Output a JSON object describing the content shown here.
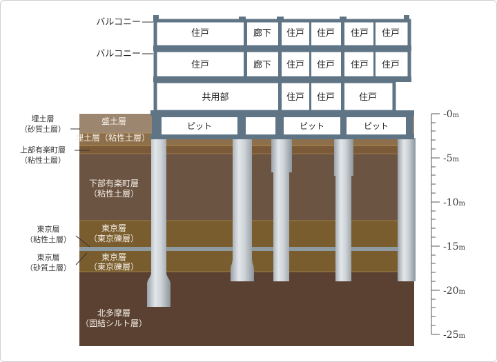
{
  "building": {
    "balcony_labels": [
      "バルコニー",
      "バルコニー"
    ],
    "floor1": [
      "住戸",
      "廊下",
      "住戸",
      "住戸",
      "住戸",
      "住戸"
    ],
    "floor2": [
      "住戸",
      "廊下",
      "住戸",
      "住戸",
      "住戸",
      "住戸"
    ],
    "floor3": [
      "共用部",
      "住戸",
      "住戸",
      "住戸"
    ],
    "pits": [
      "ピット",
      "ピット",
      "ピット"
    ]
  },
  "layers_inside": {
    "morido": "盛土層",
    "umetsuchi_clay": "埋土層（粘性土層）",
    "shimo_yurakucho": [
      "下部有楽町層",
      "（粘性土層）"
    ],
    "tokyo_gravel_1": [
      "東京層",
      "（東京礫層）"
    ],
    "tokyo_gravel_2": [
      "東京層",
      "（東京礫層）"
    ],
    "kitatama": [
      "北多摩層",
      "（固結シルト層）"
    ]
  },
  "layers_outside": {
    "umetsuchi_sand": [
      "埋土層",
      "（砂質土層）"
    ],
    "kami_yurakucho": [
      "上部有楽町層",
      "（粘性土層）"
    ],
    "tokyo_clay": [
      "東京層",
      "（粘性土層）"
    ],
    "tokyo_sand": [
      "東京層",
      "（砂質土層）"
    ]
  },
  "depth_scale": {
    "unit": "m",
    "ticks": [
      "-0",
      "-5",
      "-10",
      "-15",
      "-20",
      "-25"
    ]
  },
  "colors": {
    "concrete": "#5f7485",
    "pile": "#bcc3c8",
    "soil_morido": "#a08a72",
    "soil_umetsuchi": "#8a6d49",
    "soil_yurakucho": "#6b5240",
    "soil_tokyo": "#7a5d30",
    "soil_kitatama": "#5a4030"
  }
}
